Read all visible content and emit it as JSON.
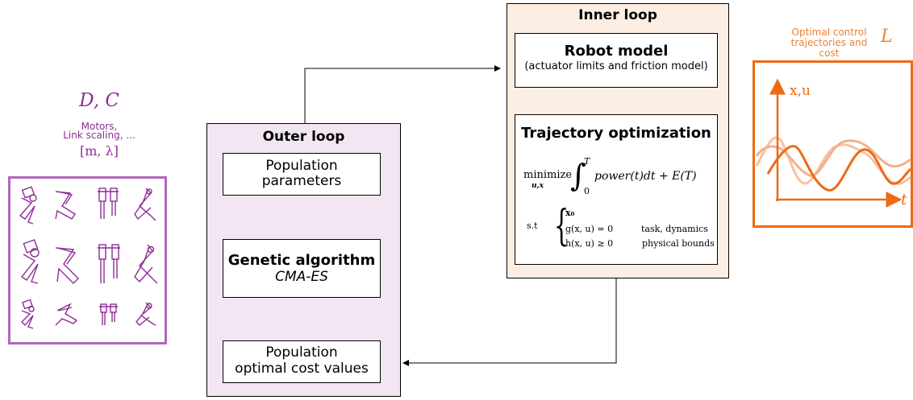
{
  "left": {
    "design_label": "D, C",
    "description": "Motors,\nLink scaling, ...",
    "params": "[m, λ]",
    "robot_grid_icon": "robot-legs-grid-icon"
  },
  "outer_loop": {
    "title": "Outer loop",
    "population_parameters": "Population\nparameters",
    "ga_title": "Genetic algorithm",
    "ga_subtitle": "CMA-ES",
    "population_costs": "Population\noptimal cost values"
  },
  "inner_loop": {
    "title": "Inner loop",
    "robot_model_title": "Robot model",
    "robot_model_subtitle": "(actuator limits and friction model)",
    "traj_title": "Trajectory optimization",
    "minimize": "minimize",
    "minimize_vars": "u,x",
    "integral_upper": "T",
    "integral_lower": "0",
    "objective": "power(t)dt + E(T)",
    "st": "s.t",
    "constraints": [
      "x₀",
      "g(x, u) = 0",
      "h(x, u) ≥ 0"
    ],
    "constraint_descriptions": [
      "task, dynamics",
      "physical bounds"
    ]
  },
  "right": {
    "title": "Optimal control\ntrajectories and cost",
    "loss_symbol": "L",
    "y_axis_label": "x,u",
    "x_axis_label": "t"
  },
  "colors": {
    "purple": "#8e2d97",
    "purple_border": "#b067b9",
    "outer_fill": "#f1e6f1",
    "inner_fill": "#fdeee3",
    "orange": "#ee6a14",
    "orange_light": "#f7c1a1"
  }
}
